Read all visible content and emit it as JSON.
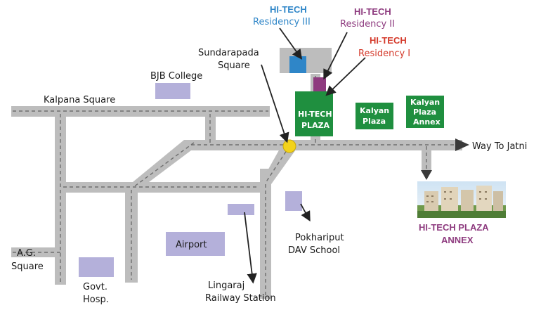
{
  "labels": {
    "kalpana_square": "Kalpana Square",
    "bjb_college": "BJB College",
    "sundarapada_1": "Sundarapada",
    "sundarapada_2": "Square",
    "ag_square_1": "A.G.",
    "ag_square_2": "Square",
    "govt_hosp_1": "Govt.",
    "govt_hosp_2": "Hosp.",
    "airport": "Airport",
    "lingaraj_1": "Lingaraj",
    "lingaraj_2": "Railway Station",
    "pokhariput_1": "Pokhariput",
    "pokhariput_2": "DAV School",
    "way_to_jatni": "Way To Jatni"
  },
  "residences": {
    "r3_line1": "HI-TECH",
    "r3_line2": "Residency III",
    "r2_line1": "HI-TECH",
    "r2_line2": "Residency II",
    "r1_line1": "HI-TECH",
    "r1_line2": "Residency I"
  },
  "boxes": {
    "hitech_plaza_1": "HI-TECH",
    "hitech_plaza_2": "PLAZA",
    "kalyan_plaza_1": "Kalyan",
    "kalyan_plaza_2": "Plaza",
    "kalyan_annex_1": "Kalyan",
    "kalyan_annex_2": "Plaza",
    "kalyan_annex_3": "Annex"
  },
  "annex": {
    "title_1": "HI-TECH PLAZA",
    "title_2": "ANNEX"
  },
  "colors": {
    "road": "#bdbdbd",
    "road_dash": "#6e6e6e",
    "landmark": "#b4b0da",
    "green": "#1f8f3f",
    "blue": "#2f86c8",
    "purple": "#8e3b7f",
    "red": "#d43a2b",
    "square_marker": "#f2d21b"
  }
}
